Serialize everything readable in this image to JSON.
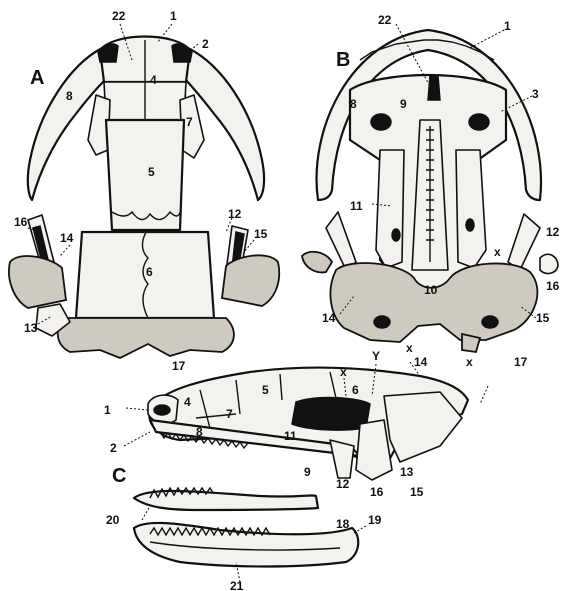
{
  "panels": {
    "a": "A",
    "b": "B",
    "c": "C"
  },
  "labels_a": [
    "22",
    "1",
    "2",
    "8",
    "4",
    "7",
    "5",
    "16",
    "14",
    "12",
    "15",
    "6",
    "13",
    "17"
  ],
  "labels_b": [
    "22",
    "1",
    "3",
    "8",
    "9",
    "11",
    "12",
    "16",
    "14",
    "10",
    "15",
    "x",
    "x",
    "x",
    "17"
  ],
  "labels_c": [
    "x",
    "Y",
    "14",
    "5",
    "6",
    "1",
    "4",
    "7",
    "8",
    "2",
    "11",
    "9",
    "12",
    "13",
    "16",
    "15",
    "20",
    "18",
    "19",
    "21"
  ]
}
